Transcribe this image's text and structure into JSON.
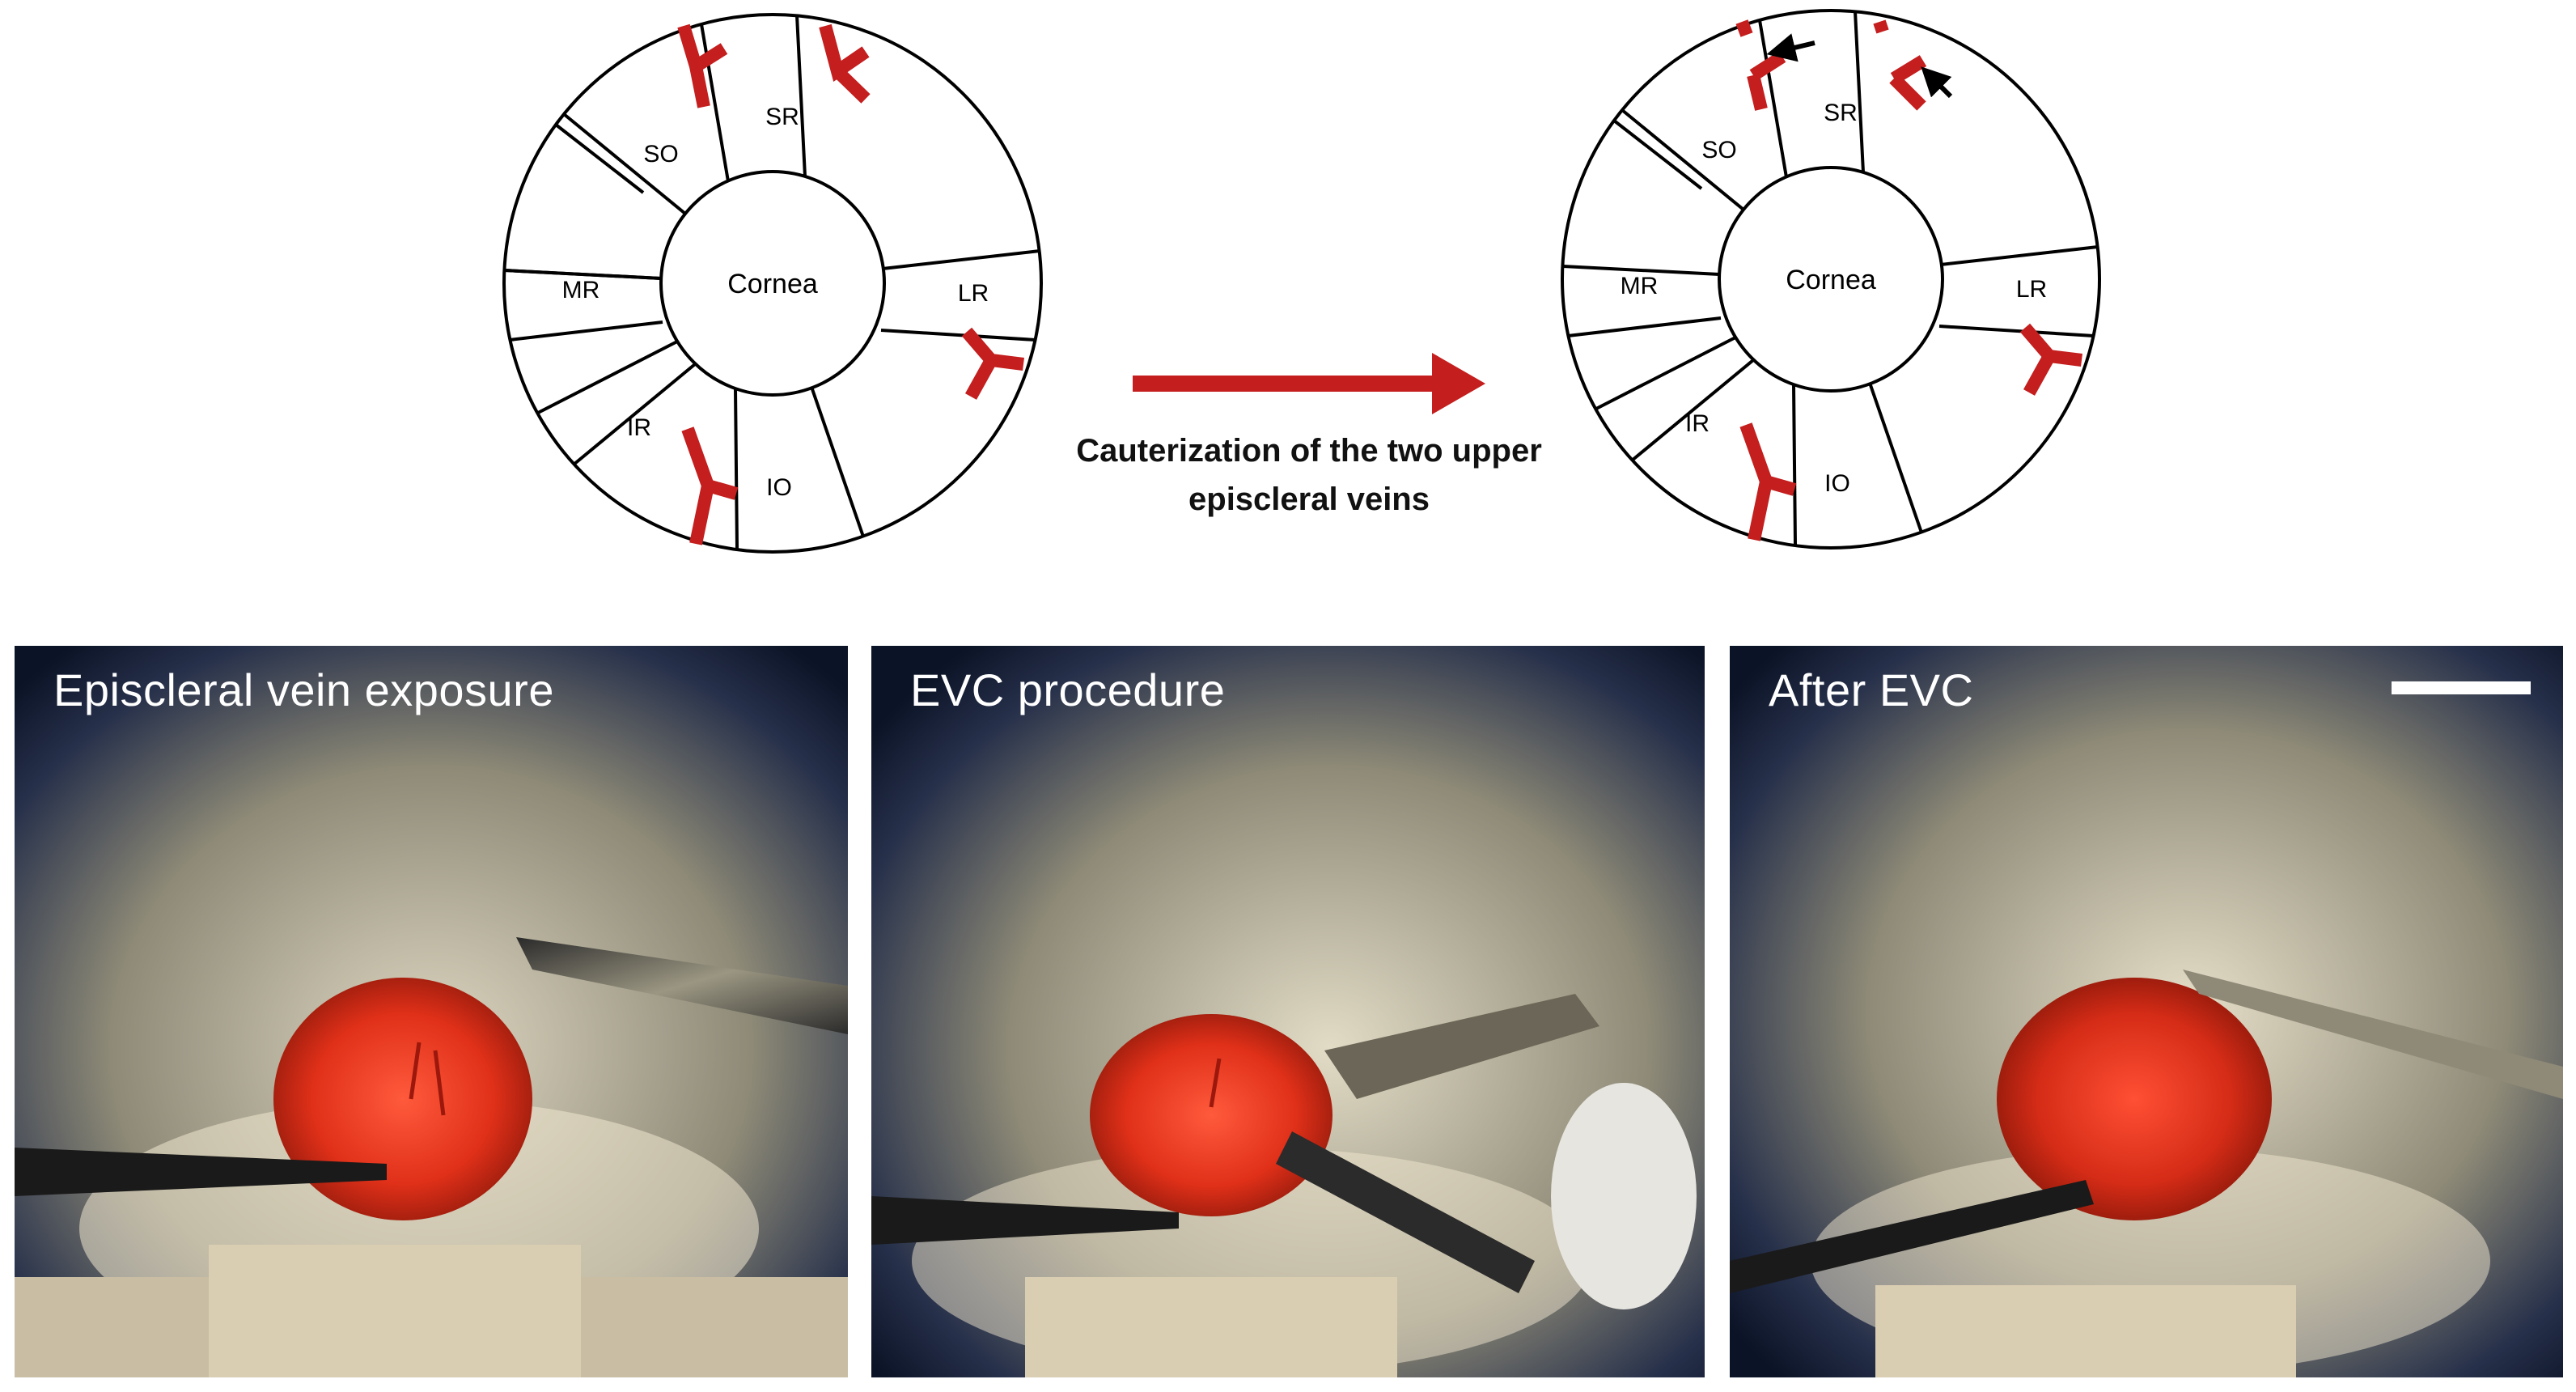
{
  "diagram": {
    "left_eye": {
      "center_label": "Cornea",
      "muscles": [
        "SR",
        "SO",
        "MR",
        "IR",
        "IO",
        "LR"
      ]
    },
    "right_eye": {
      "center_label": "Cornea",
      "muscles": [
        "SR",
        "SO",
        "MR",
        "IR",
        "IO",
        "LR"
      ]
    },
    "caption_line1": "Cauterization of the two upper",
    "caption_line2": "episcleral veins"
  },
  "colors": {
    "vein": "#c41e1e",
    "arrow": "#c41e1e",
    "outline": "#000000",
    "photo_background": "#0d1424",
    "tissue": "#e8361f"
  },
  "photos": [
    {
      "label": "Episcleral vein exposure"
    },
    {
      "label": "EVC procedure"
    },
    {
      "label": "After EVC"
    }
  ]
}
